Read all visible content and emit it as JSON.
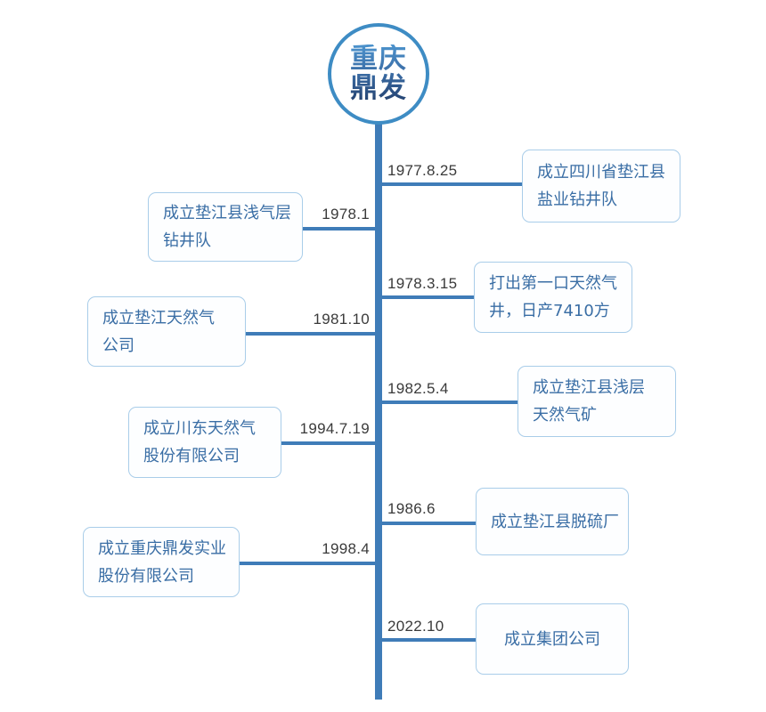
{
  "diagram": {
    "type": "vertical-timeline",
    "title_node": {
      "label": "重庆鼎发",
      "shape": "circle"
    },
    "colors": {
      "spine": "#3f7cb8",
      "connector": "#3f7cb8",
      "box_border": "#a9cde9",
      "box_fill": "#fdfeff",
      "box_text": "#3a6ea5",
      "date_text": "#3a3a3a",
      "logo_ring": "#3e8cc4",
      "logo_text_gradient_from": "#4c93cd",
      "logo_text_gradient_to": "#23406e"
    },
    "events": [
      {
        "date": "1977.8.25",
        "side": "right",
        "lines": [
          "成立四川省垫江县",
          "盐业钻井队"
        ]
      },
      {
        "date": "1978.1",
        "side": "left",
        "lines": [
          "成立垫江县浅气层",
          "钻井队"
        ]
      },
      {
        "date": "1978.3.15",
        "side": "right",
        "lines": [
          "打出第一口天然气",
          "井，日产7410方"
        ]
      },
      {
        "date": "1981.10",
        "side": "left",
        "lines": [
          "成立垫江天然气",
          "公司"
        ]
      },
      {
        "date": "1982.5.4",
        "side": "right",
        "lines": [
          "成立垫江县浅层",
          "天然气矿"
        ]
      },
      {
        "date": "1994.7.19",
        "side": "left",
        "lines": [
          "成立川东天然气",
          "股份有限公司"
        ]
      },
      {
        "date": "1986.6",
        "side": "right",
        "lines": [
          "成立垫江县脱硫厂"
        ]
      },
      {
        "date": "1998.4",
        "side": "left",
        "lines": [
          "成立重庆鼎发实业",
          "股份有限公司"
        ]
      },
      {
        "date": "2022.10",
        "side": "right",
        "lines": [
          "成立集团公司"
        ]
      }
    ]
  }
}
